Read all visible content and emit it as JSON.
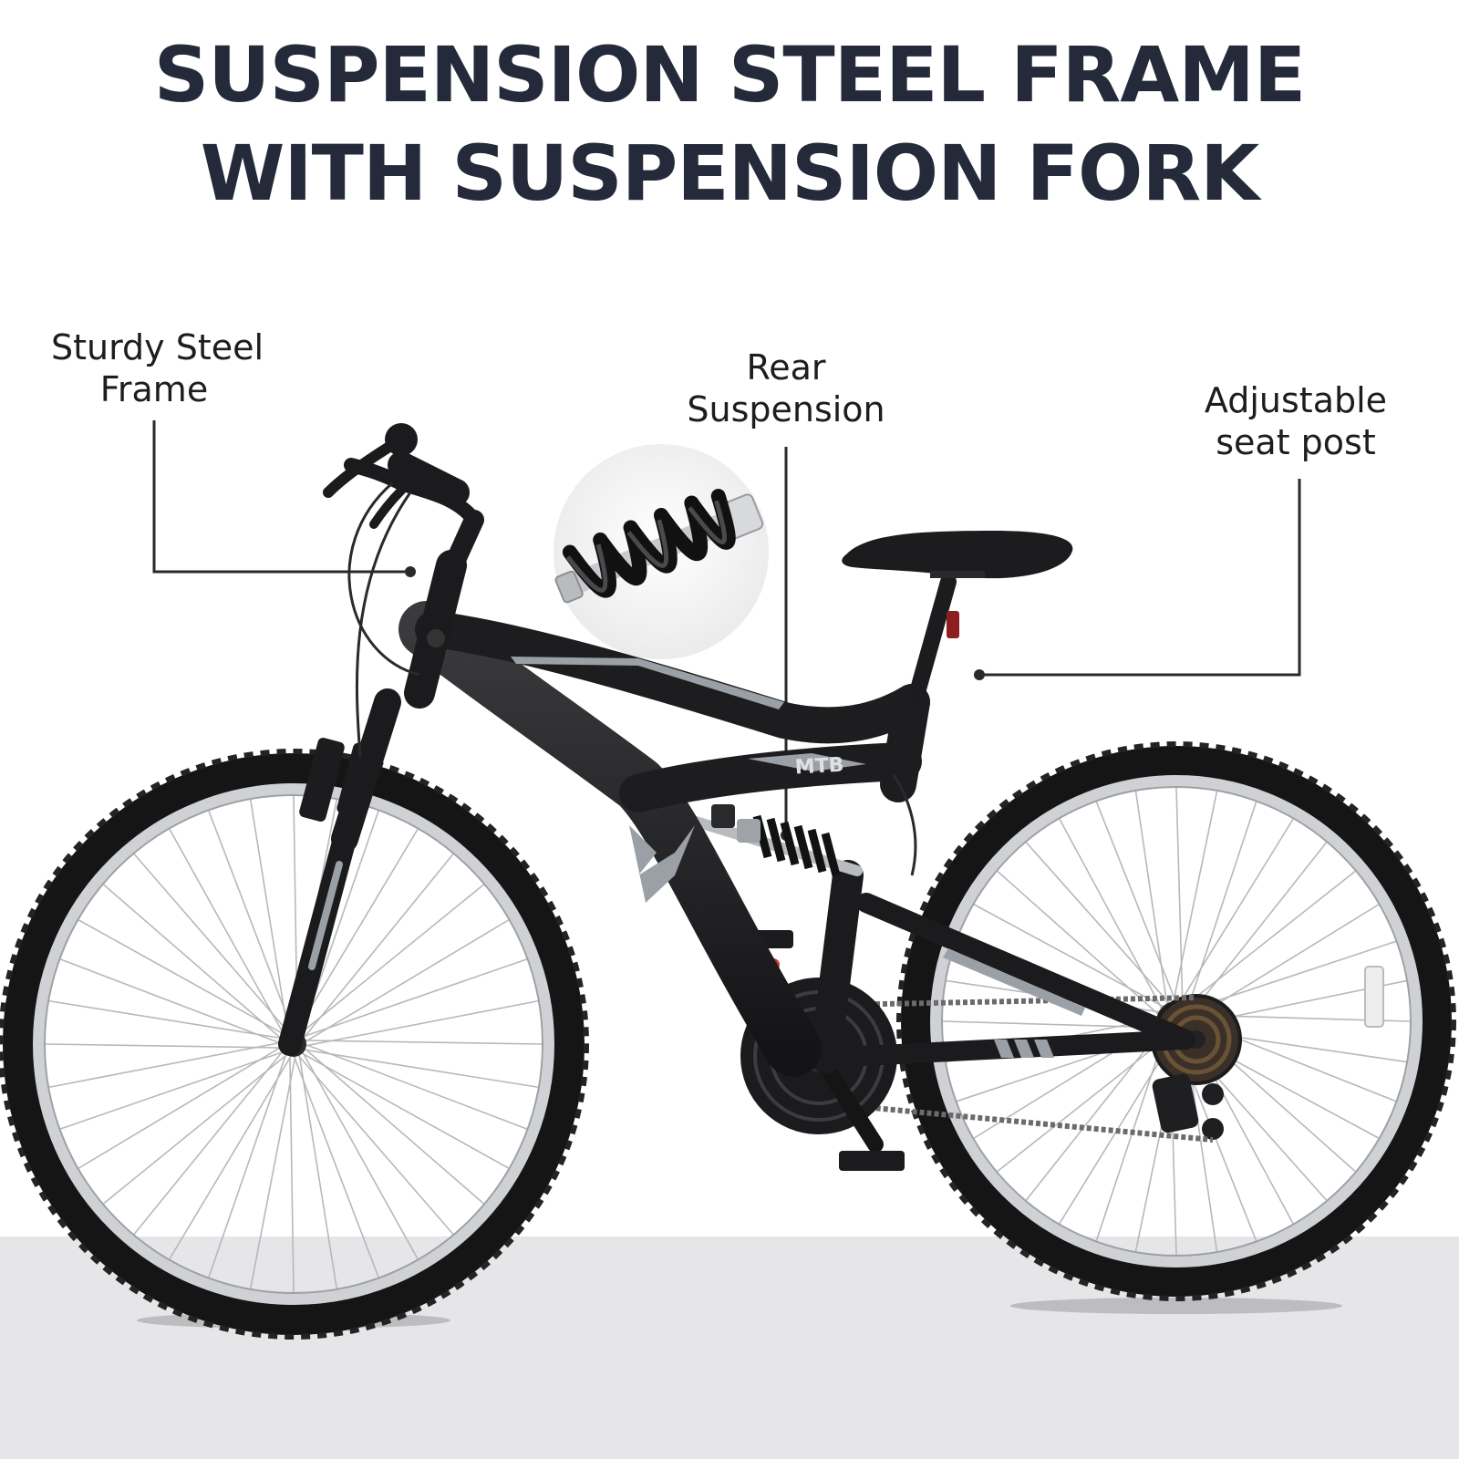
{
  "headline": {
    "line1": "SUSPENSION STEEL FRAME",
    "line2": "WITH SUSPENSION FORK"
  },
  "callouts": {
    "frame": {
      "line1": "Sturdy Steel",
      "line2": "Frame"
    },
    "rear_suspension": {
      "line1": "Rear",
      "line2": "Suspension"
    },
    "seat_post": {
      "line1": "Adjustable",
      "line2": "seat post"
    }
  },
  "frame_decal": {
    "text": "MTB"
  },
  "colors": {
    "headline": "#252a3a",
    "frame": "#1b1b1d",
    "accent": "#8a8e94",
    "floor": "#e6e6e8"
  }
}
